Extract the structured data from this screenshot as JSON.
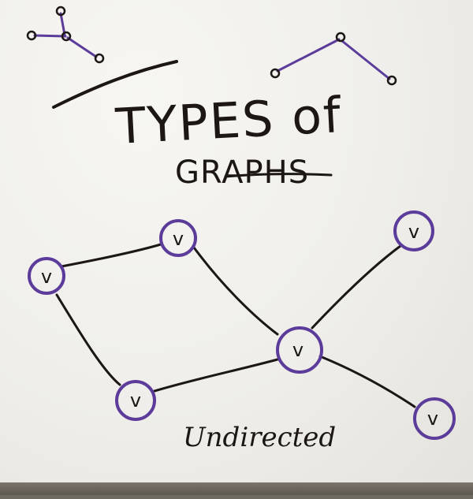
{
  "title": {
    "line1": "TYPES of",
    "line2": "GRAPHS"
  },
  "caption": "Undirected",
  "node_label": "v",
  "colors": {
    "marker_black": "#1c1714",
    "marker_purple": "#5b3c9a",
    "board": "#efeeea"
  }
}
